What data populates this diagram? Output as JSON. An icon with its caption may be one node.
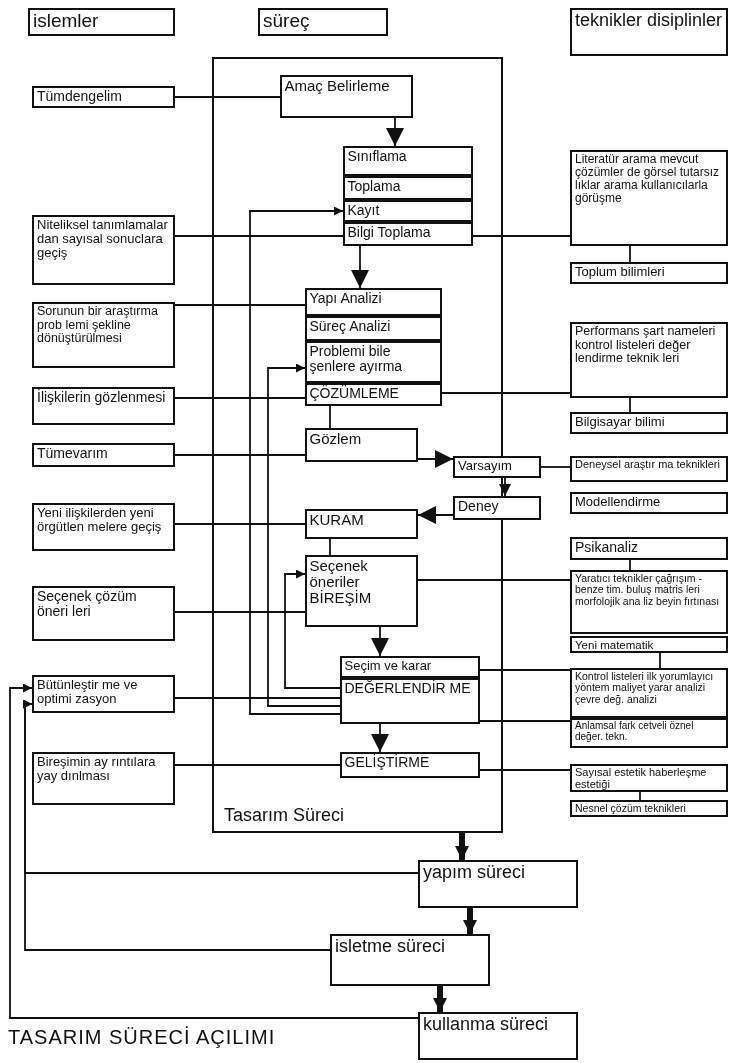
{
  "diagram": {
    "caption": "TASARIM SÜRECİ AÇILIMI",
    "nodes": [
      {
        "text": [
          "islemler"
        ]
      },
      {
        "text": [
          "süreç"
        ]
      },
      {
        "text": [
          "teknikler disiplinler"
        ]
      },
      {
        "text": [
          "Tasarım Süreci"
        ]
      },
      {
        "text": [
          "Amaç Belirleme"
        ],
        "in": 3
      },
      {
        "text": [
          "Sınıflama"
        ],
        "in": 3
      },
      {
        "text": [
          "Toplama"
        ],
        "in": 3
      },
      {
        "text": [
          "Kayıt"
        ],
        "in": 3
      },
      {
        "text": [
          "Bilgi Toplama"
        ],
        "in": 3
      },
      {
        "text": [
          "Yapı Analizi"
        ],
        "in": 3
      },
      {
        "text": [
          "Süreç Analizi"
        ],
        "in": 3
      },
      {
        "text": [
          "Problemi bile şenlere ayırma"
        ],
        "in": 3
      },
      {
        "text": [
          "ÇÖZÜMLEME"
        ],
        "in": 3
      },
      {
        "text": [
          "Gözlem"
        ],
        "in": 3
      },
      {
        "text": [
          "Varsayım"
        ]
      },
      {
        "text": [
          "Deney"
        ]
      },
      {
        "text": [
          "KURAM"
        ],
        "in": 3
      },
      {
        "text": [
          "Seçenek öneriler",
          "BİREŞİM"
        ],
        "in": 3
      },
      {
        "text": [
          "Seçim ve karar"
        ],
        "in": 3
      },
      {
        "text": [
          "DEĞERLENDİR ME"
        ],
        "in": 3
      },
      {
        "text": [
          "GELİŞTİRME"
        ],
        "in": 3
      },
      {
        "text": [
          "yapım süreci"
        ]
      },
      {
        "text": [
          "isletme süreci"
        ]
      },
      {
        "text": [
          "kullanma süreci"
        ]
      },
      {
        "text": [
          "Tümdengelim"
        ]
      },
      {
        "text": [
          "Niteliksel tanımlamalar dan sayısal sonuclara geçiş"
        ]
      },
      {
        "text": [
          "Sorunun bir araştırma prob lemi şekline dönüştürülmesi"
        ]
      },
      {
        "text": [
          "İlişkilerin gözlenmesi"
        ]
      },
      {
        "text": [
          "Tümevarım"
        ]
      },
      {
        "text": [
          "Yeni ilişkilerden yeni örgütlen melere geçiş"
        ]
      },
      {
        "text": [
          "Seçenek çözüm öneri leri"
        ]
      },
      {
        "text": [
          "Bütünleştir me ve optimi zasyon"
        ]
      },
      {
        "text": [
          "Bireşimin ay rıntılara yay dınlması"
        ]
      },
      {
        "text": [
          "Literatür arama mevcut çözümler de görsel tutarsız lıklar arama kullanıcılarla görüşme"
        ]
      },
      {
        "text": [
          "Toplum bilimleri"
        ]
      },
      {
        "text": [
          "Performans şart nameleri kontrol listeleri değer lendirme teknik leri"
        ]
      },
      {
        "text": [
          "Bilgisayar bilimi"
        ]
      },
      {
        "text": [
          "Deneysel araştır ma teknikleri"
        ]
      },
      {
        "text": [
          "Modellendirme"
        ]
      },
      {
        "text": [
          "Psikanaliz"
        ]
      },
      {
        "text": [
          "Yaratıcı teknikler çağrışım - benze tim. buluş matris leri morfolojik ana liz beyin fırtınası"
        ]
      },
      {
        "text": [
          "Yeni matematik"
        ]
      },
      {
        "text": [
          "Kontrol listeleri ilk yorumlayıcı yöntem maliyet yarar analizi çevre değ. analizi"
        ]
      },
      {
        "text": [
          "Anlamsal fark cetveli öznel değer. tekn."
        ]
      },
      {
        "text": [
          "Sayısal estetik haberleşme estetiği"
        ]
      },
      {
        "text": [
          "Nesnel çözüm teknikleri"
        ]
      }
    ],
    "edges": [
      {
        "from": 24,
        "to": 4,
        "arrow": "none"
      },
      {
        "from": 4,
        "to": 5,
        "arrow": "to"
      },
      {
        "from": 25,
        "to": 8,
        "arrow": "none"
      },
      {
        "from": 8,
        "to": 33,
        "arrow": "none"
      },
      {
        "from": 8,
        "to": 9,
        "arrow": "to"
      },
      {
        "from": 26,
        "to": 9,
        "arrow": "none"
      },
      {
        "from": 27,
        "to": 12,
        "arrow": "none"
      },
      {
        "from": 12,
        "to": 35,
        "arrow": "none"
      },
      {
        "from": 12,
        "to": 13,
        "arrow": "none"
      },
      {
        "from": 28,
        "to": 13,
        "arrow": "none"
      },
      {
        "from": 13,
        "to": 14,
        "arrow": "to"
      },
      {
        "from": 14,
        "to": 15,
        "arrow": "to"
      },
      {
        "from": 14,
        "to": 37,
        "arrow": "none"
      },
      {
        "from": 15,
        "to": 16,
        "arrow": "to"
      },
      {
        "from": 29,
        "to": 16,
        "arrow": "none"
      },
      {
        "from": 16,
        "to": 17,
        "arrow": "none"
      },
      {
        "from": 30,
        "to": 17,
        "arrow": "none"
      },
      {
        "from": 17,
        "to": 40,
        "arrow": "none"
      },
      {
        "from": 17,
        "to": 18,
        "arrow": "to"
      },
      {
        "from": 31,
        "to": 19,
        "arrow": "none"
      },
      {
        "from": 18,
        "to": 42,
        "arrow": "none"
      },
      {
        "from": 19,
        "to": 43,
        "arrow": "none"
      },
      {
        "from": 19,
        "to": 20,
        "arrow": "to"
      },
      {
        "from": 32,
        "to": 20,
        "arrow": "none"
      },
      {
        "from": 20,
        "to": 44,
        "arrow": "none"
      },
      {
        "from": 19,
        "to": 7,
        "arrow": "to"
      },
      {
        "from": 19,
        "to": 11,
        "arrow": "to"
      },
      {
        "from": 19,
        "to": 17,
        "arrow": "to"
      },
      {
        "from": 33,
        "to": 34,
        "arrow": "none"
      },
      {
        "from": 35,
        "to": 36,
        "arrow": "none"
      },
      {
        "from": 39,
        "to": 40,
        "arrow": "none"
      },
      {
        "from": 41,
        "to": 42,
        "arrow": "none"
      },
      {
        "from": 44,
        "to": 45,
        "arrow": "none"
      },
      {
        "from": 3,
        "to": 21,
        "arrow": "to",
        "style": "thick"
      },
      {
        "from": 21,
        "to": 22,
        "arrow": "to",
        "style": "thick"
      },
      {
        "from": 22,
        "to": 23,
        "arrow": "to",
        "style": "thick"
      },
      {
        "from": 21,
        "to": 31,
        "arrow": "to"
      },
      {
        "from": 22,
        "to": 31,
        "arrow": "to"
      },
      {
        "from": 23,
        "to": 31,
        "arrow": "to"
      }
    ]
  }
}
